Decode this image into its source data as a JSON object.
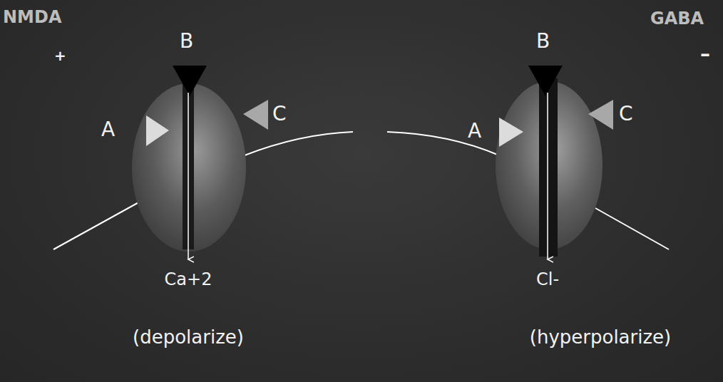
{
  "diagram": {
    "labels": [
      "NMDA",
      "B",
      "B",
      "GABA",
      "+",
      "–",
      "A",
      "C",
      "A",
      "C",
      "Ca+2",
      "Cl-",
      "(depolarize)",
      "(hyperpolarize)"
    ]
  }
}
